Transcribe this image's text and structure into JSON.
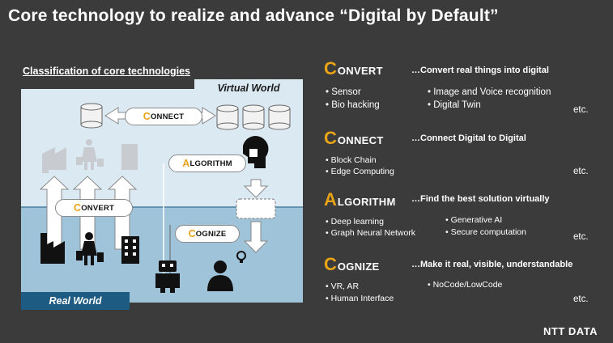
{
  "slide": {
    "title": "Core technology to realize and advance “Digital by Default”",
    "subtitle": "Classification of core technologies",
    "logo": "NTT DATA"
  },
  "diagram": {
    "virtual_world_label": "Virtual World",
    "real_world_label": "Real World",
    "pills": {
      "connect": {
        "big": "C",
        "rest": "ONNECT"
      },
      "algorithm": {
        "big": "A",
        "rest": "LGORITHM"
      },
      "convert": {
        "big": "C",
        "rest": "ONVERT"
      },
      "cognize": {
        "big": "C",
        "rest": "OGNIZE"
      }
    },
    "icons": [
      "database-icon",
      "factory-icon",
      "shopper-icon",
      "building-icon",
      "robot-icon",
      "person-idea-icon",
      "ai-head-icon"
    ],
    "colors": {
      "virtual_bg": "#dbe9f3",
      "real_bg": "#9fc3d9",
      "real_label_bg": "#1d5b82",
      "accent": "#e8a317"
    }
  },
  "sections": {
    "convert": {
      "big": "C",
      "rest": "ONVERT",
      "desc": "…Convert real things into digital",
      "col1": [
        "• Sensor",
        "• Bio hacking"
      ],
      "col2": [
        "• Image and Voice recognition",
        "• Digital Twin"
      ],
      "etc": "etc."
    },
    "connect": {
      "big": "C",
      "rest": "ONNECT",
      "desc": "…Connect Digital to Digital",
      "col1": [
        "• Block Chain",
        "• Edge Computing"
      ],
      "etc": "etc."
    },
    "algorithm": {
      "big": "A",
      "rest": "LGORITHM",
      "desc": "…Find the best solution virtually",
      "col1": [
        "• Deep learning",
        "• Graph Neural Network"
      ],
      "col2": [
        "• Generative AI",
        "• Secure computation"
      ],
      "etc": "etc."
    },
    "cognize": {
      "big": "C",
      "rest": "OGNIZE",
      "desc": "…Make it real, visible, understandable",
      "col1": [
        "• VR, AR",
        "• Human Interface"
      ],
      "col2": [
        "• NoCode/LowCode"
      ],
      "etc": "etc."
    }
  }
}
